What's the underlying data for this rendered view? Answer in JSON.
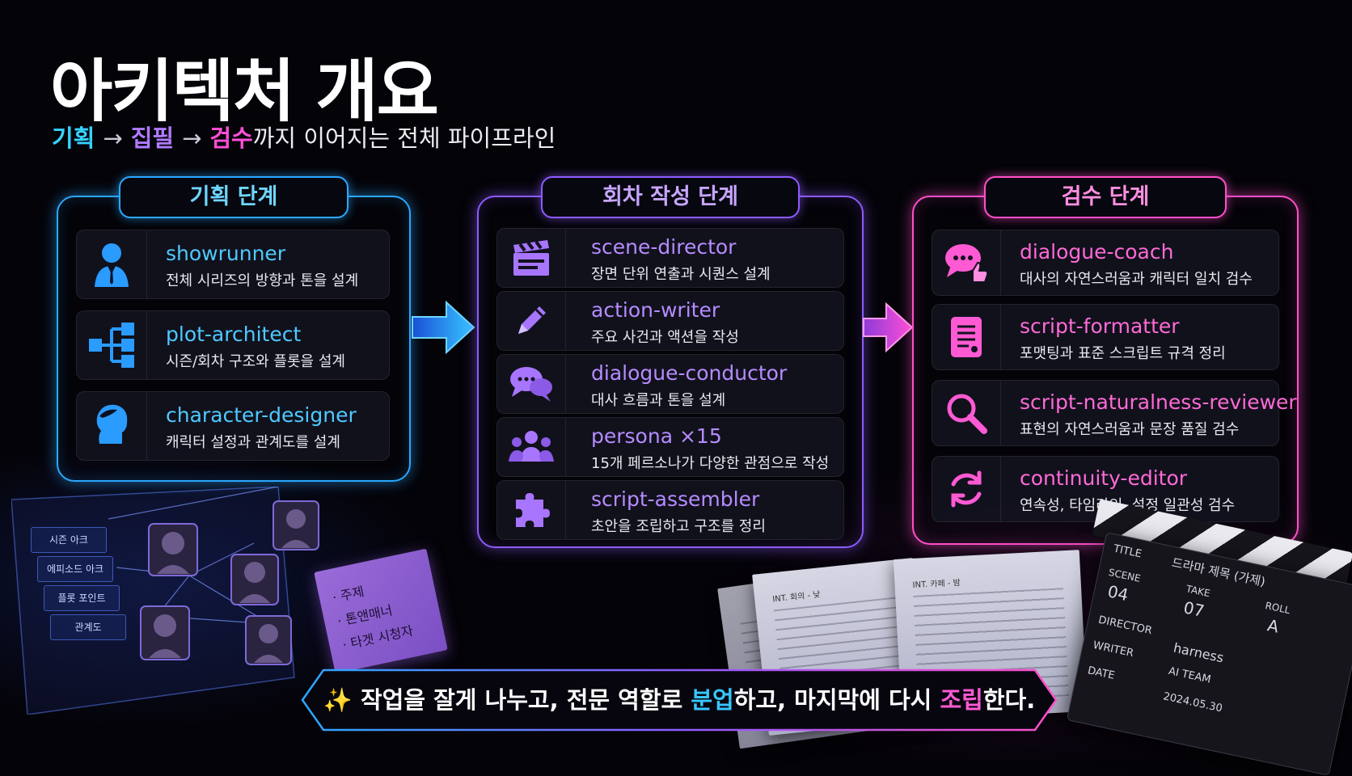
{
  "title": "아키텍처 개요",
  "subtitle": {
    "step1": "기획",
    "arrow": "→",
    "step2": "집필",
    "step3": "검수",
    "rest": "까지 이어지는 전체 파이프라인"
  },
  "stages": [
    {
      "label": "기획 단계",
      "color": "#2aa8ff",
      "agents": [
        {
          "name": "showrunner",
          "desc": "전체 시리즈의 방향과 톤을 설계",
          "icon": "person-suit-icon"
        },
        {
          "name": "plot-architect",
          "desc": "시즌/회차 구조와 플롯을 설계",
          "icon": "tree-structure-icon"
        },
        {
          "name": "character-designer",
          "desc": "캐릭터 설정과 관계도를 설계",
          "icon": "head-profile-icon"
        }
      ]
    },
    {
      "label": "회차 작성 단계",
      "color": "#8d5bff",
      "agents": [
        {
          "name": "scene-director",
          "desc": "장면 단위 연출과 시퀀스 설계",
          "icon": "clapperboard-icon"
        },
        {
          "name": "action-writer",
          "desc": "주요 사건과 액션을 작성",
          "icon": "pencil-icon"
        },
        {
          "name": "dialogue-conductor",
          "desc": "대사 흐름과 톤을 설계",
          "icon": "chat-bubbles-icon"
        },
        {
          "name": "persona ×15",
          "desc": "15개 페르소나가 다양한 관점으로 작성",
          "icon": "people-group-icon"
        },
        {
          "name": "script-assembler",
          "desc": "초안을 조립하고 구조를 정리",
          "icon": "puzzle-icon"
        }
      ]
    },
    {
      "label": "검수 단계",
      "color": "#ff4fc8",
      "agents": [
        {
          "name": "dialogue-coach",
          "desc": "대사의 자연스러움과 캐릭터 일치 검수",
          "icon": "chat-thumbs-up-icon"
        },
        {
          "name": "script-formatter",
          "desc": "포맷팅과 표준 스크립트 규격 정리",
          "icon": "document-icon"
        },
        {
          "name": "script-naturalness-reviewer",
          "desc": "표현의 자연스러움과 문장 품질 검수",
          "icon": "magnifier-icon"
        },
        {
          "name": "continuity-editor",
          "desc": "연속성, 타임라인, 설정 일관성 검수",
          "icon": "refresh-cycle-icon"
        }
      ]
    }
  ],
  "board": {
    "labels": [
      "시즌 아크",
      "에피소드 아크",
      "플롯 포인트",
      "관계도"
    ]
  },
  "sticky_note": {
    "lines": [
      "· 주제",
      "· 톤앤매너",
      "· 타겟 시청자"
    ]
  },
  "papers": {
    "heading_left": "INT. 회의 - 낮",
    "heading_right": "INT. 카페 - 밤"
  },
  "clapperboard": {
    "title_label": "TITLE",
    "title_value": "드라마 제목 (가제)",
    "scene_label": "SCENE",
    "scene_value": "04",
    "take_label": "TAKE",
    "take_value": "07",
    "roll_label": "ROLL",
    "roll_value": "A",
    "director_label": "DIRECTOR",
    "director_value": "harness",
    "writer_label": "WRITER",
    "writer_value": "AI TEAM",
    "date_label": "DATE",
    "date_value": "2024.05.30"
  },
  "banner": {
    "sparkle": "✨",
    "part1": "작업을 잘게 나누고, 전문 역할로 ",
    "hl1": "분업",
    "part2": "하고, 마지막에 다시 ",
    "hl2": "조립",
    "part3": "한다."
  }
}
